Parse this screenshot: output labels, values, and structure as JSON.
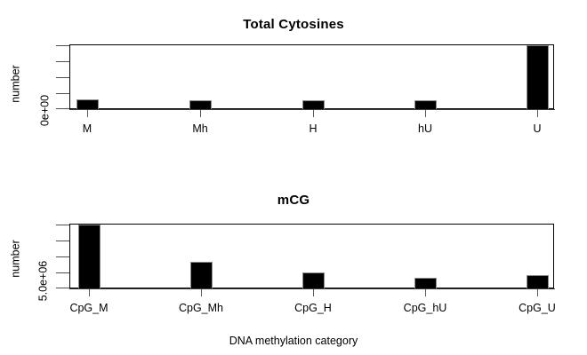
{
  "figure": {
    "background_color": "#ffffff",
    "foreground_color": "#000000",
    "bar_color": "#000000",
    "shared_ylabel": "number",
    "xlabel": "DNA methylation category"
  },
  "chart_data": [
    {
      "type": "bar",
      "title": "Total Cytosines",
      "xlabel": "DNA methylation category",
      "ylabel": "number",
      "categories": [
        "M",
        "Mh",
        "H",
        "hU",
        "U"
      ],
      "values": [
        1200000,
        1100000,
        1000000,
        1100000,
        56000000
      ],
      "ytick_labels": [
        "0e+00"
      ],
      "ytick_count": 5,
      "ylim": [
        0,
        60000000
      ],
      "grid": false,
      "legend": null,
      "bar_color": "#000000"
    },
    {
      "type": "bar",
      "title": "mCG",
      "xlabel": "DNA methylation category",
      "ylabel": "number",
      "categories": [
        "CpG_M",
        "CpG_Mh",
        "CpG_H",
        "CpG_hU",
        "CpG_U"
      ],
      "values": [
        11000000,
        2900000,
        1700000,
        1100000,
        1500000
      ],
      "ytick_labels": [
        "5.0e+06"
      ],
      "ytick_count": 5,
      "ylim": [
        0,
        11500000
      ],
      "grid": false,
      "legend": null,
      "bar_color": "#000000"
    }
  ],
  "panels": {
    "top": {
      "title": "Total Cytosines",
      "ylabel": "number",
      "ytick_label": "0e+00",
      "xtick_labels": [
        "M",
        "Mh",
        "H",
        "hU",
        "U"
      ]
    },
    "bottom": {
      "title": "mCG",
      "ylabel": "number",
      "ytick_label": "5.0e+06",
      "xtick_labels": [
        "CpG_M",
        "CpG_Mh",
        "CpG_H",
        "CpG_hU",
        "CpG_U"
      ],
      "xlabel": "DNA methylation category"
    }
  }
}
